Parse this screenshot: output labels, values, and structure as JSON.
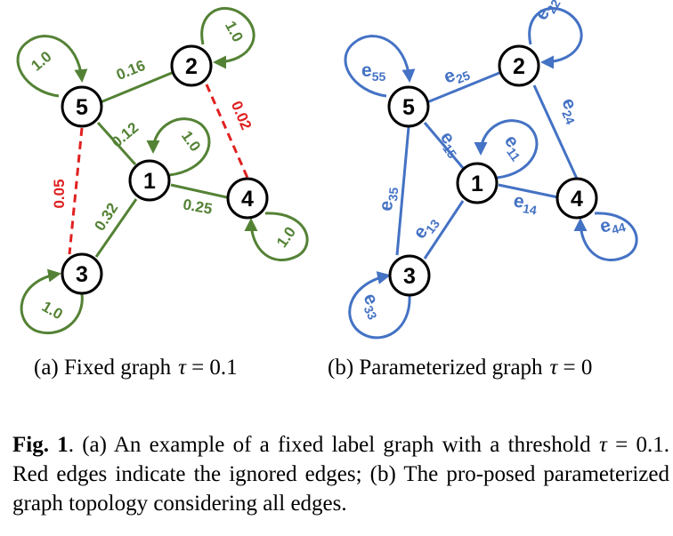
{
  "panel_a": {
    "caption": "(a) Fixed graph",
    "tau_symbol": "τ",
    "tau_value": "= 0.1",
    "node_labels": [
      "1",
      "2",
      "3",
      "4",
      "5"
    ],
    "edge_weights": {
      "e25": "0.16",
      "e15": "0.12",
      "e14": "0.25",
      "e13": "0.32",
      "e24": "0.02",
      "e35": "0.05",
      "self11": "1.0",
      "self22": "1.0",
      "self33": "1.0",
      "self44": "1.0",
      "self55": "1.0"
    },
    "colors": {
      "kept_edge": "#548235",
      "ignored_edge": "#e02020"
    }
  },
  "panel_b": {
    "caption": "(b) Parameterized graph",
    "tau_symbol": "τ",
    "tau_value": "= 0",
    "node_labels": [
      "1",
      "2",
      "3",
      "4",
      "5"
    ],
    "edge_symbol": "e",
    "edge_subscripts": {
      "e25": "25",
      "e15": "15",
      "e14": "14",
      "e13": "13",
      "e24": "24",
      "e35": "35",
      "self11": "11",
      "self22": "22",
      "self33": "33",
      "self44": "44",
      "self55": "55"
    },
    "colors": {
      "edge": "#4472c4"
    }
  },
  "caption": {
    "fig_label": "Fig. 1",
    "part1": ". (a) An example of a fixed label graph with a threshold ",
    "tau_symbol": "τ",
    "part2": " = 0.1. Red edges indicate the ignored edges; (b) The pro-posed parameterized graph topology considering all edges."
  }
}
